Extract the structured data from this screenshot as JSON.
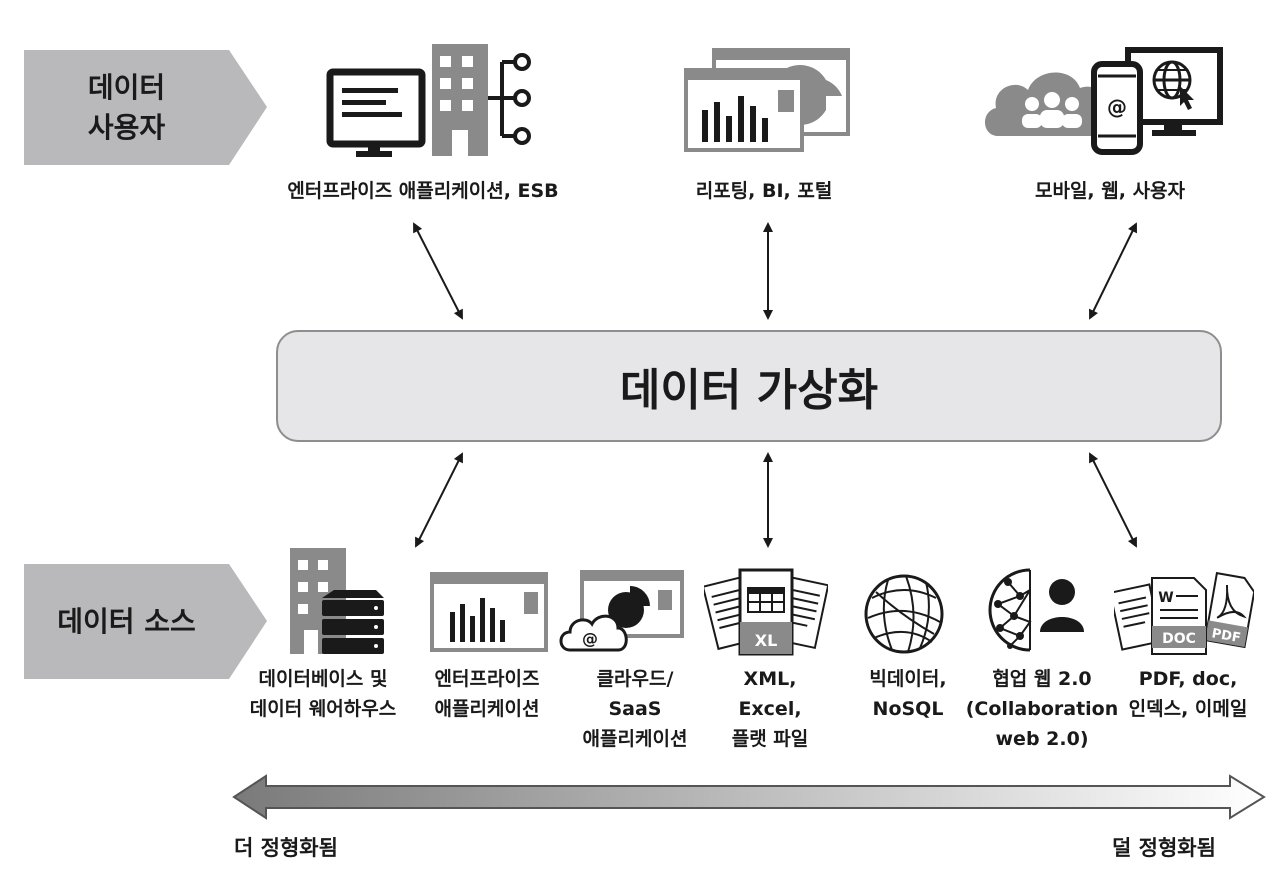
{
  "users_tag": {
    "line1": "데이터",
    "line2": "사용자"
  },
  "sources_tag": {
    "label": "데이터 소스"
  },
  "top_items": [
    {
      "label": "엔터프라이즈 애플리케이션, ESB",
      "icon": "monitor-building-network-icon"
    },
    {
      "label": "리포팅, BI, 포털",
      "icon": "report-windows-chart-icon"
    },
    {
      "label": "모바일, 웹, 사용자",
      "icon": "cloud-users-mobile-web-icon"
    }
  ],
  "center": {
    "label": "데이터 가상화"
  },
  "sources": [
    {
      "label": "데이터베이스 및\n데이터 웨어하우스",
      "icon": "database-building-icon"
    },
    {
      "label": "엔터프라이즈\n애플리케이션",
      "icon": "app-window-chart-icon"
    },
    {
      "label": "클라우드/\nSaaS\n애플리케이션",
      "icon": "cloud-app-window-icon"
    },
    {
      "label": "XML,\nExcel,\n플랫 파일",
      "icon": "xl-files-icon"
    },
    {
      "label": "빅데이터,\nNoSQL",
      "icon": "globe-network-icon"
    },
    {
      "label": "협업 웹 2.0\n(Collaboration\nweb 2.0)",
      "icon": "network-person-icon"
    },
    {
      "label": "PDF, doc,\n인덱스, 이메일",
      "icon": "pdf-doc-files-icon"
    }
  ],
  "icon_text": {
    "at": "@",
    "xl": "XL",
    "doc": "DOC",
    "pdf": "PDF",
    "w": "W"
  },
  "scale": {
    "left": "더 정형화됨",
    "right": "덜 정형화됨"
  },
  "colors": {
    "tag_fill": "#b9b9bb",
    "center_fill": "#e6e6e8",
    "icon_dark": "#1a1a1a",
    "icon_gray": "#8a8a8a"
  }
}
